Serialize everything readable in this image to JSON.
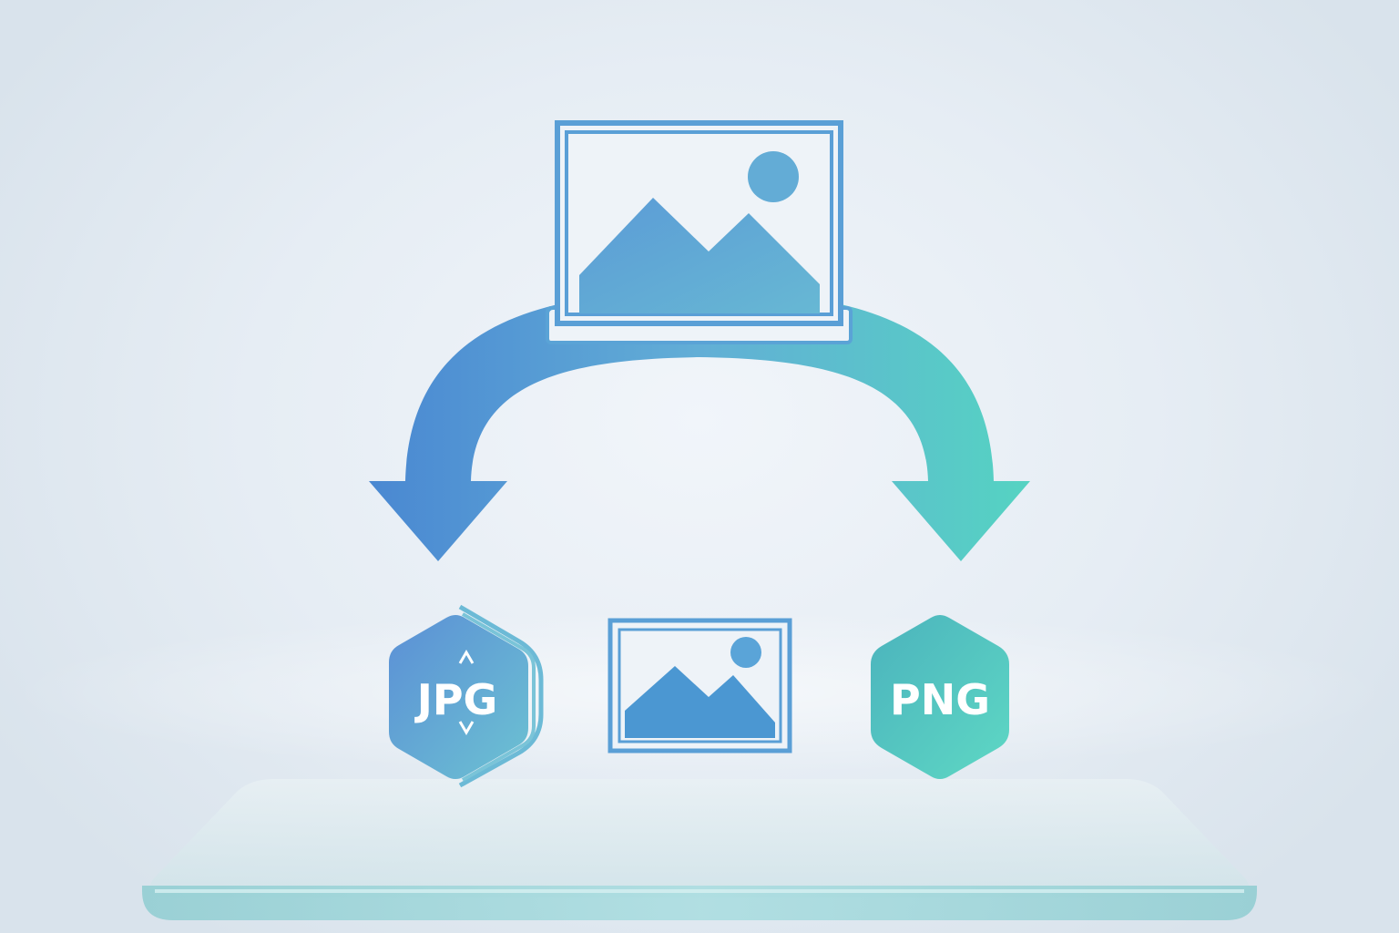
{
  "badges": {
    "jpg_label": "JPG",
    "png_label": "PNG"
  },
  "icons": {
    "source": "image-icon",
    "middle": "image-icon",
    "left_arrow": "arrow-down-left-icon",
    "right_arrow": "arrow-down-right-icon",
    "jpg": "hexagon-badge-icon",
    "png": "hexagon-badge-icon",
    "platform": "glass-platform"
  },
  "colors": {
    "blue": "#4a8ed4",
    "teal": "#55d0c0",
    "frame": "#5a9fd6",
    "background": "#e6edf4"
  }
}
